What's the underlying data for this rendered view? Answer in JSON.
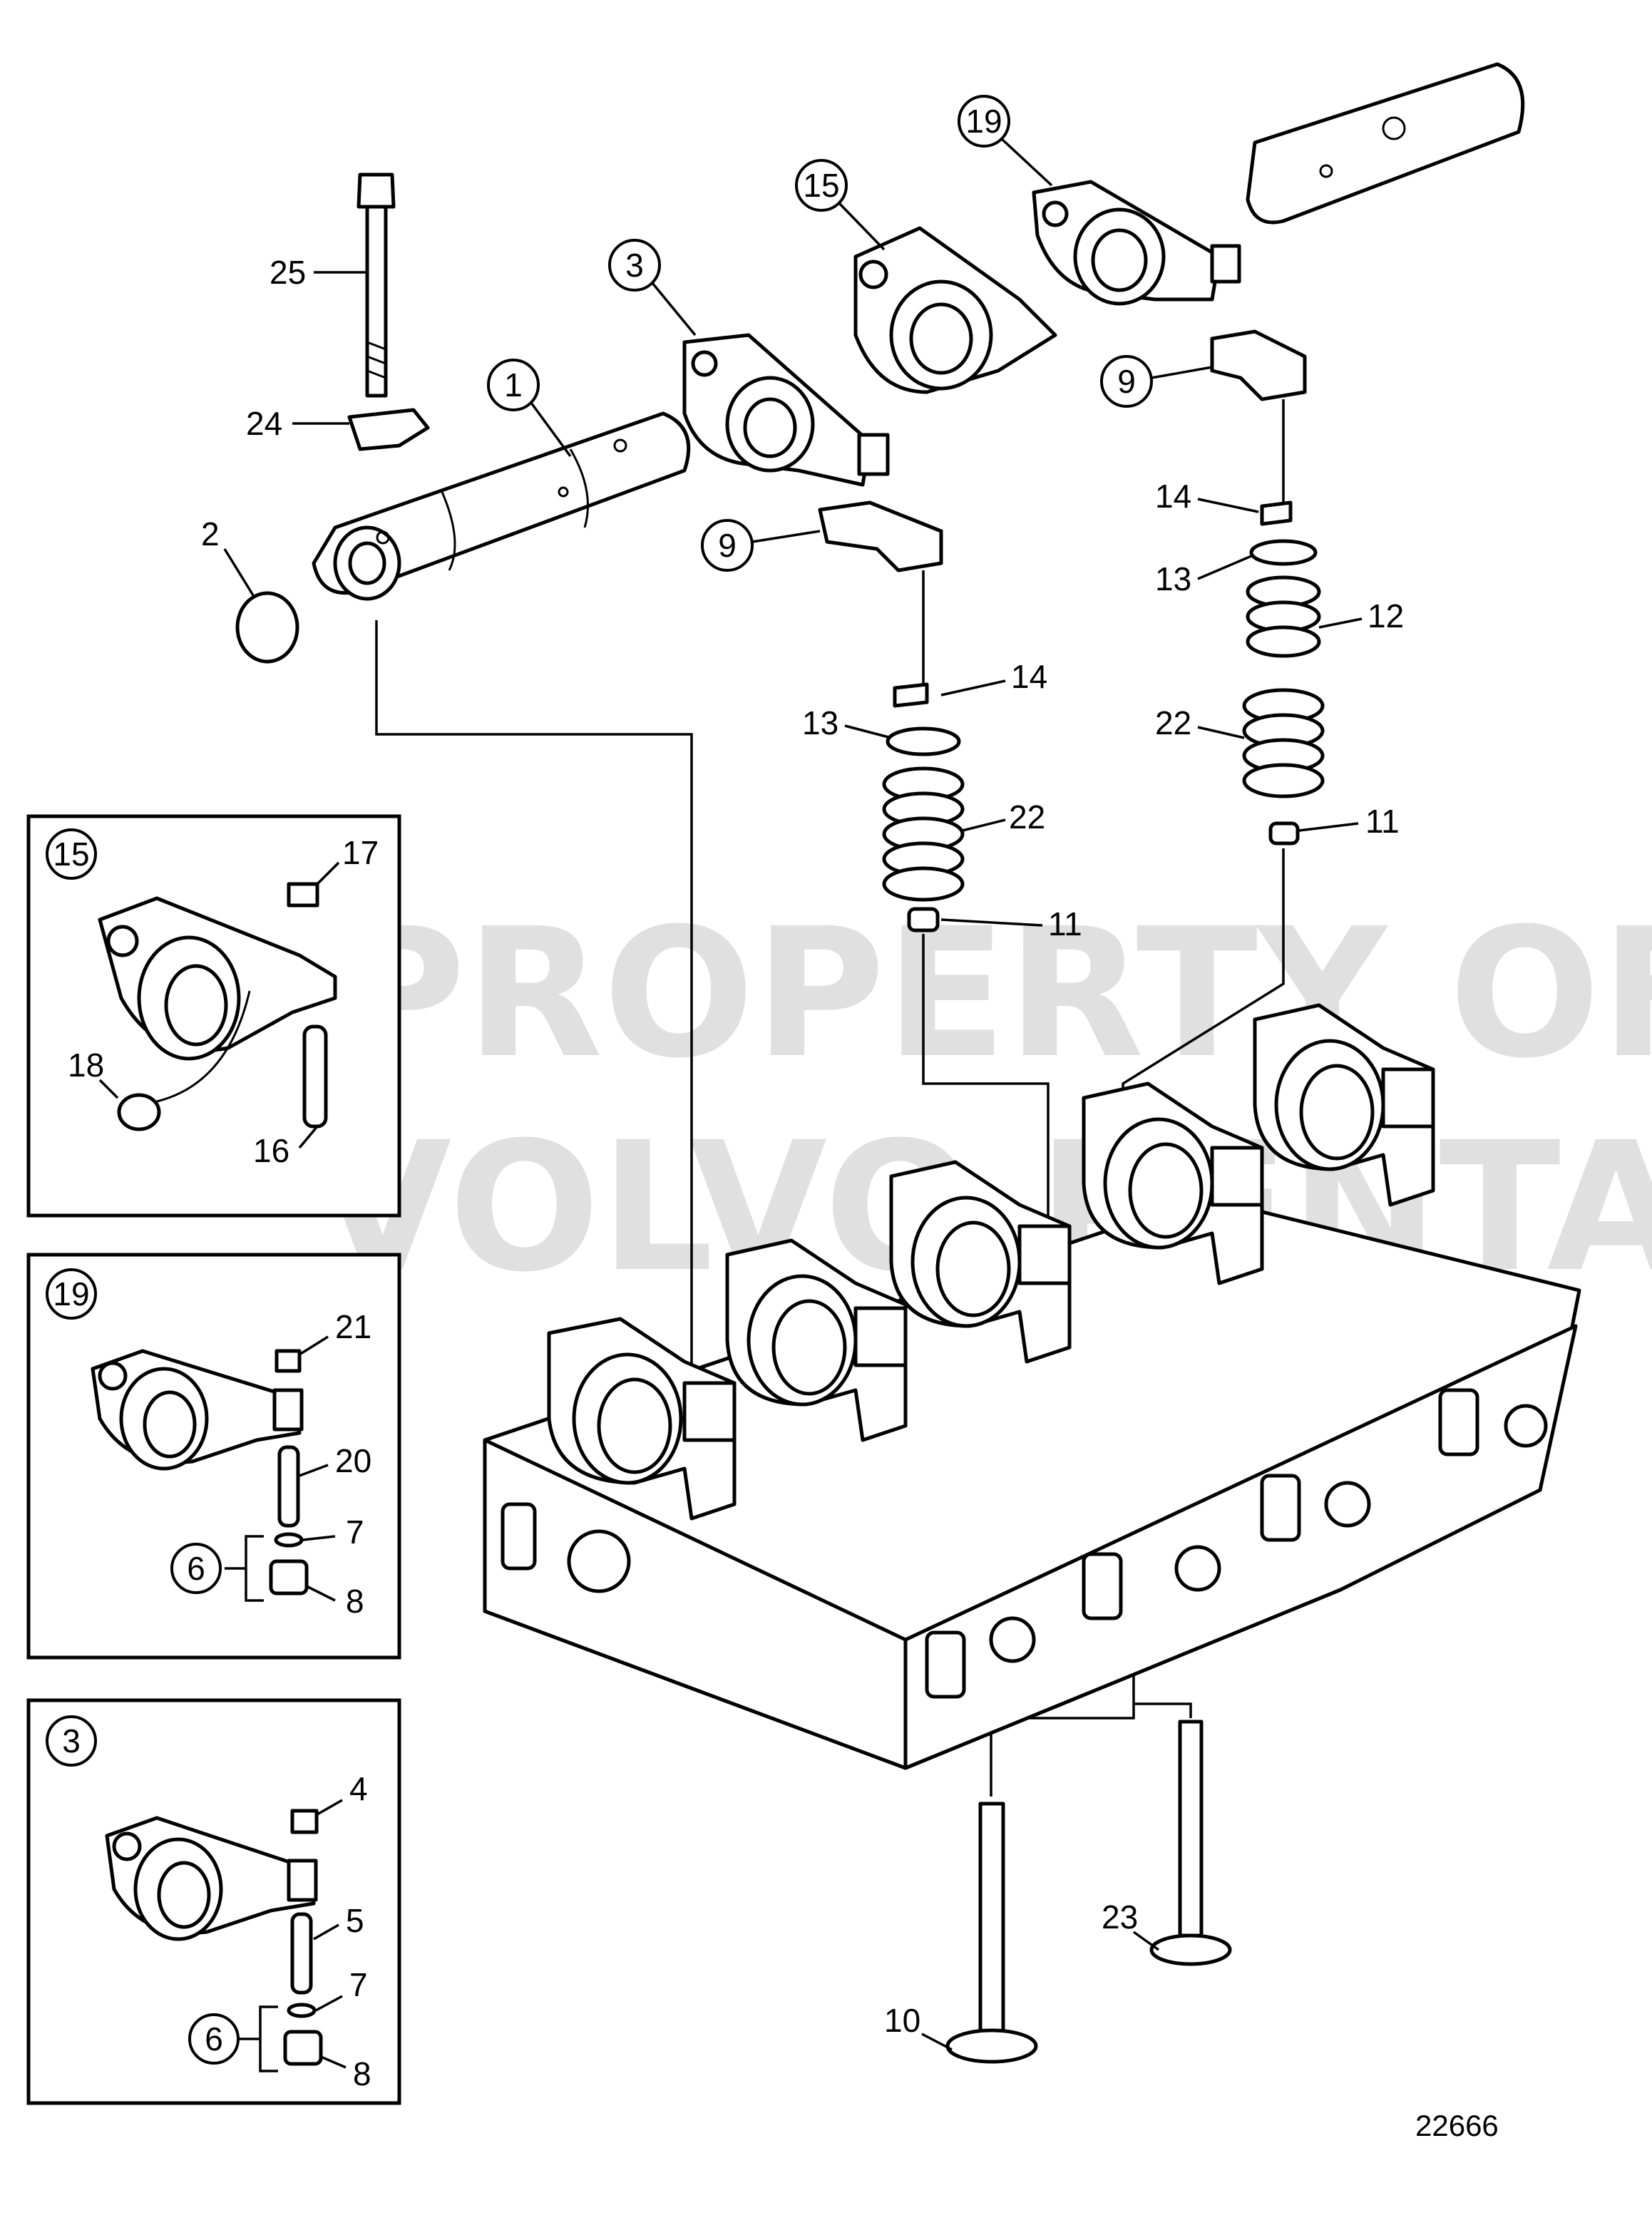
{
  "watermark": {
    "line1": "PROPERTY OF",
    "line2": "VOLVO PENTA"
  },
  "reference_number": "22666",
  "callouts": {
    "c1": "1",
    "c2": "2",
    "c3": "3",
    "c9a": "9",
    "c9b": "9",
    "c10": "10",
    "c11a": "11",
    "c11b": "11",
    "c12": "12",
    "c13a": "13",
    "c13b": "13",
    "c14a": "14",
    "c14b": "14",
    "c15": "15",
    "c19": "19",
    "c22a": "22",
    "c22b": "22",
    "c23": "23",
    "c24": "24",
    "c25": "25"
  },
  "insets": {
    "inset15": {
      "title": "15",
      "labels": [
        "17",
        "18",
        "16"
      ]
    },
    "inset19": {
      "title": "19",
      "labels": [
        "21",
        "20",
        "7",
        "6",
        "8"
      ]
    },
    "inset3": {
      "title": "3",
      "labels": [
        "4",
        "5",
        "7",
        "6",
        "8"
      ]
    }
  }
}
